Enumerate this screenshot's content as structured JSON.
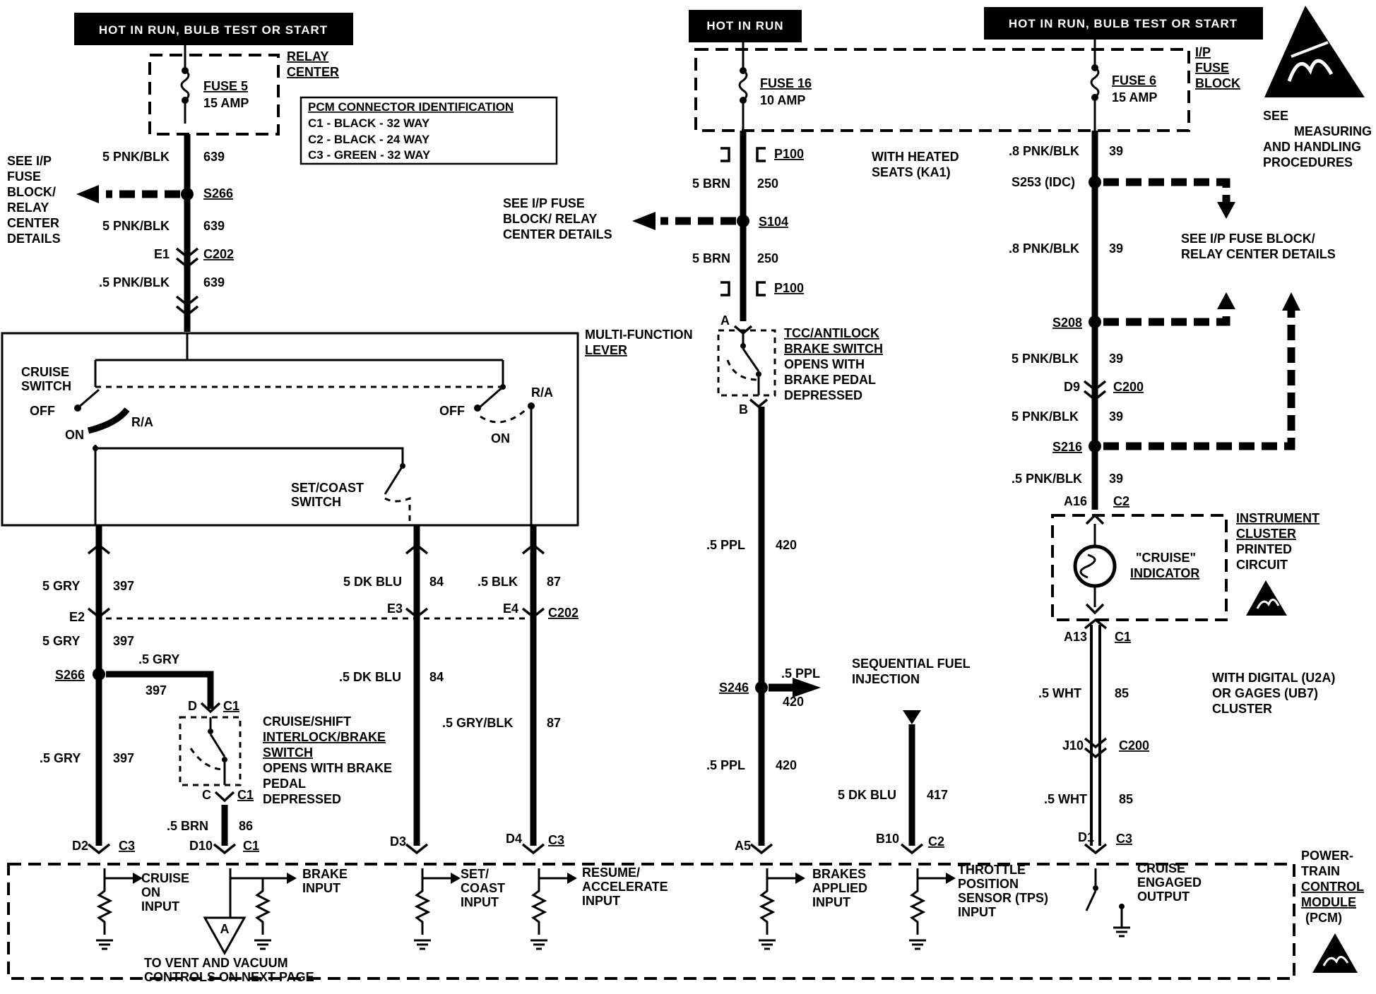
{
  "headers": {
    "left": "HOT IN RUN, BULB TEST OR START",
    "mid": "HOT IN RUN",
    "right": "HOT IN RUN, BULB TEST OR START"
  },
  "esd_note": {
    "l1": "SEE",
    "l2": "MEASURING",
    "l3": "AND  HANDLING",
    "l4": "PROCEDURES"
  },
  "relay_center": {
    "l1": "RELAY",
    "l2": "CENTER"
  },
  "fuse5": {
    "name": "FUSE 5",
    "rating": "15 AMP"
  },
  "fuse16": {
    "name": "FUSE 16",
    "rating": "10 AMP"
  },
  "fuse6": {
    "name": "FUSE 6",
    "rating": "15 AMP"
  },
  "ip_fuse_block": {
    "l1": "I/P",
    "l2": "FUSE",
    "l3": "BLOCK"
  },
  "pcm_conn": {
    "title": "PCM CONNECTOR IDENTIFICATION",
    "c1": "C1 - BLACK - 32 WAY",
    "c2": "C2 - BLACK - 24 WAY",
    "c3": "C3 - GREEN - 32 WAY"
  },
  "see_ip_left": {
    "l1": "SEE I/P",
    "l2": "FUSE",
    "l3": "BLOCK/",
    "l4": "RELAY",
    "l5": "CENTER",
    "l6": "DETAILS"
  },
  "see_ip_mid": {
    "l1": "SEE I/P FUSE",
    "l2": "BLOCK/ RELAY",
    "l3": "CENTER DETAILS"
  },
  "see_ip_right": {
    "l1": "SEE I/P FUSE BLOCK/",
    "l2": "RELAY CENTER DETAILS"
  },
  "heated_seats": {
    "l1": "WITH HEATED",
    "l2": "SEATS (KA1)"
  },
  "wires": {
    "w639a": "5 PNK/BLK",
    "n639a": "639",
    "w639b": "5 PNK/BLK",
    "n639b": "639",
    "w639c": ".5 PNK/BLK",
    "n639c": "639",
    "w250a": "5 BRN",
    "n250a": "250",
    "w250b": "5 BRN",
    "n250b": "250",
    "w39a": ".8 PNK/BLK",
    "n39a": "39",
    "w39b": ".8 PNK/BLK",
    "n39b": "39",
    "w39c": "5 PNK/BLK",
    "n39c": "39",
    "w39d": "5 PNK/BLK",
    "n39d": "39",
    "w39e": ".5 PNK/BLK",
    "n39e": "39",
    "w397a": "5 GRY",
    "n397a": "397",
    "w397b": "5 GRY",
    "n397b": "397",
    "w397c": ".5 GRY",
    "n397c": "397",
    "w397d": ".5 GRY",
    "n397d": "397",
    "w84a": "5 DK BLU",
    "n84a": "84",
    "w84b": ".5 DK BLU",
    "n84b": "84",
    "w87a": ".5 BLK",
    "n87a": "87",
    "w87b": ".5 GRY/BLK",
    "n87b": "87",
    "w420a": ".5 PPL",
    "n420a": "420",
    "w420b": ".5 PPL",
    "n420b": "420",
    "w420c": ".5 PPL",
    "n420c": "420",
    "w86": ".5 BRN",
    "n86": "86",
    "w417": "5 DK BLU",
    "n417": "417",
    "w85a": ".5 WHT",
    "n85a": "85",
    "w85b": ".5 WHT",
    "n85b": "85"
  },
  "splices": {
    "s266a": "S266",
    "s266b": "S266",
    "s104": "S104",
    "s253": "S253 (IDC)",
    "s208": "S208",
    "s216": "S216",
    "s246": "S246"
  },
  "connectors": {
    "e1": "E1",
    "c202a": "C202",
    "p100a": "P100",
    "p100b": "P100",
    "d9": "D9",
    "c200a": "C200",
    "a16": "A16",
    "c2a": "C2",
    "e2": "E2",
    "e3": "E3",
    "e4": "E4",
    "c202b": "C202",
    "a13": "A13",
    "c1a": "C1",
    "j10": "J10",
    "c200b": "C200",
    "d": "D",
    "c1b": "C1",
    "c": "C",
    "c1c": "C1",
    "d2": "D2",
    "c3a": "C3",
    "d10": "D10",
    "c1d": "C1",
    "d3": "D3",
    "d4": "D4",
    "c3b": "C3",
    "a5": "A5",
    "b10": "B10",
    "c2b": "C2",
    "d1": "D1",
    "c3c": "C3",
    "pa": "A",
    "pb": "B"
  },
  "mfl": {
    "l1": "MULTI-FUNCTION",
    "l2": "LEVER"
  },
  "switches": {
    "cruise": "CRUISE",
    "cruise2": "SWITCH",
    "off1": "OFF",
    "on1": "ON",
    "ra1": "R/A",
    "off2": "OFF",
    "on2": "ON",
    "ra2": "R/A",
    "setcoast1": "SET/COAST",
    "setcoast2": "SWITCH"
  },
  "tcc": {
    "l1": "TCC/ANTILOCK",
    "l2": "BRAKE SWITCH",
    "l3": "OPENS WITH",
    "l4": "BRAKE PEDAL",
    "l5": "DEPRESSED"
  },
  "interlock": {
    "l1": "CRUISE/SHIFT",
    "l2": "INTERLOCK/BRAKE",
    "l3": "SWITCH",
    "l4": "OPENS WITH BRAKE",
    "l5": "PEDAL",
    "l6": "DEPRESSED"
  },
  "sfi": {
    "l1": "SEQUENTIAL FUEL",
    "l2": "INJECTION"
  },
  "cluster": {
    "l1": "INSTRUMENT",
    "l2": "CLUSTER",
    "l3": "PRINTED",
    "l4": "CIRCUIT",
    "ind1": "\"CRUISE\"",
    "ind2": "INDICATOR"
  },
  "digital": {
    "l1": "WITH DIGITAL (U2A)",
    "l2": "OR GAGES (UB7)",
    "l3": "CLUSTER"
  },
  "pcm_inputs": {
    "cruise_on1": "CRUISE",
    "cruise_on2": "ON",
    "cruise_on3": "INPUT",
    "brake1": "BRAKE",
    "brake2": "INPUT",
    "set1": "SET/",
    "set2": "COAST",
    "set3": "INPUT",
    "res1": "RESUME/",
    "res2": "ACCELERATE",
    "res3": "INPUT",
    "bai1": "BRAKES",
    "bai2": "APPLIED",
    "bai3": "INPUT",
    "tps1": "THROTTLE",
    "tps2": "POSITION",
    "tps3": "SENSOR (TPS)",
    "tps4": "INPUT",
    "ceo1": "CRUISE",
    "ceo2": "ENGAGED",
    "ceo3": "OUTPUT"
  },
  "pcm_label": {
    "l1": "POWER-",
    "l2": "TRAIN",
    "l3": "CONTROL",
    "l4": "MODULE",
    "l5": "(PCM)"
  },
  "vent": {
    "marker": "A",
    "l1": "TO VENT AND VACUUM",
    "l2": "CONTROLS ON NEXT PAGE"
  }
}
